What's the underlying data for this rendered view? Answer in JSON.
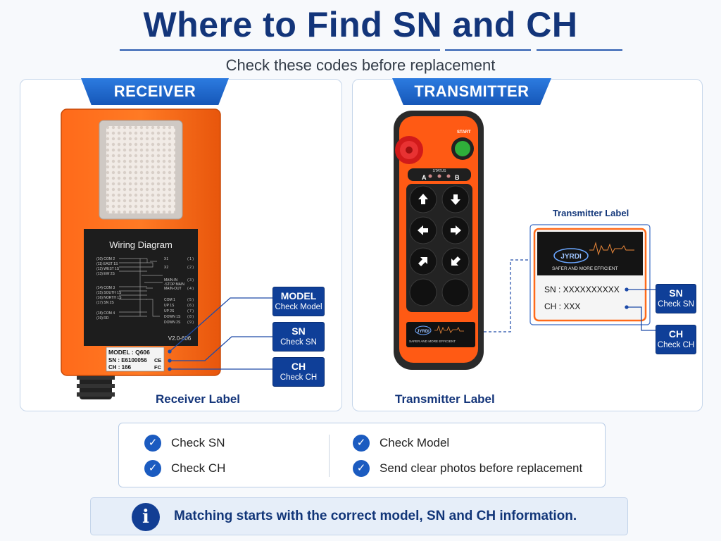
{
  "title": "Where to Find SN and CH",
  "subtitle": "Check these codes before replacement",
  "receiver": {
    "tag": "RECEIVER",
    "wiring_title": "Wiring Diagram",
    "wiring_left": [
      "(10) COM 2",
      "(11) EAST 1S",
      "(12) WEST 1S",
      "(13) EW 2S",
      "(14) COM 3",
      "(15) SOUTH 1S",
      "(16) NORTH 1S",
      "(17) SN 2S",
      "(18) COM 4",
      "(19) RD"
    ],
    "wiring_right": [
      "X1",
      "X2",
      "MAIN-IN",
      "-STOP MAIN",
      "MAIN-OUT",
      "COM 1",
      "UP 1S",
      "UP 2S",
      "DOWN 1S",
      "DOWN 2S"
    ],
    "wiring_nums": [
      "( 1 )",
      "( 2 )",
      "( 3 )",
      "( 4 )",
      "( 5 )",
      "( 6 )",
      "( 7 )",
      "( 8 )",
      "( 9 )"
    ],
    "version": "V2.0-606",
    "label_model": "MODEL : Q606",
    "label_sn": "SN : E6100056",
    "label_ch": "CH : 166",
    "label_ce": "CE",
    "label_fc": "FC",
    "caption": "Receiver Label",
    "callouts": [
      {
        "title": "MODEL",
        "sub": "Check Model"
      },
      {
        "title": "SN",
        "sub": "Check SN"
      },
      {
        "title": "CH",
        "sub": "Check CH"
      }
    ]
  },
  "transmitter": {
    "tag": "TRANSMITTER",
    "start_text": "START",
    "status_text": "STATUS",
    "a_label": "A",
    "b_label": "B",
    "brand": "JYRDI",
    "slogan": "SAFER AND MORE EFFICIENT",
    "label_title": "Transmitter Label",
    "label_sn": "SN : XXXXXXXXXX",
    "label_ch": "CH : XXX",
    "caption": "Transmitter Label",
    "callouts": [
      {
        "title": "SN",
        "sub": "Check SN"
      },
      {
        "title": "CH",
        "sub": "Check CH"
      }
    ]
  },
  "checklist": [
    "Check SN",
    "Check CH",
    "Check Model",
    "Send clear photos before replacement"
  ],
  "check_glyph": "✓",
  "info_glyph": "i",
  "info_text": "Matching starts with the correct model, SN and CH information."
}
